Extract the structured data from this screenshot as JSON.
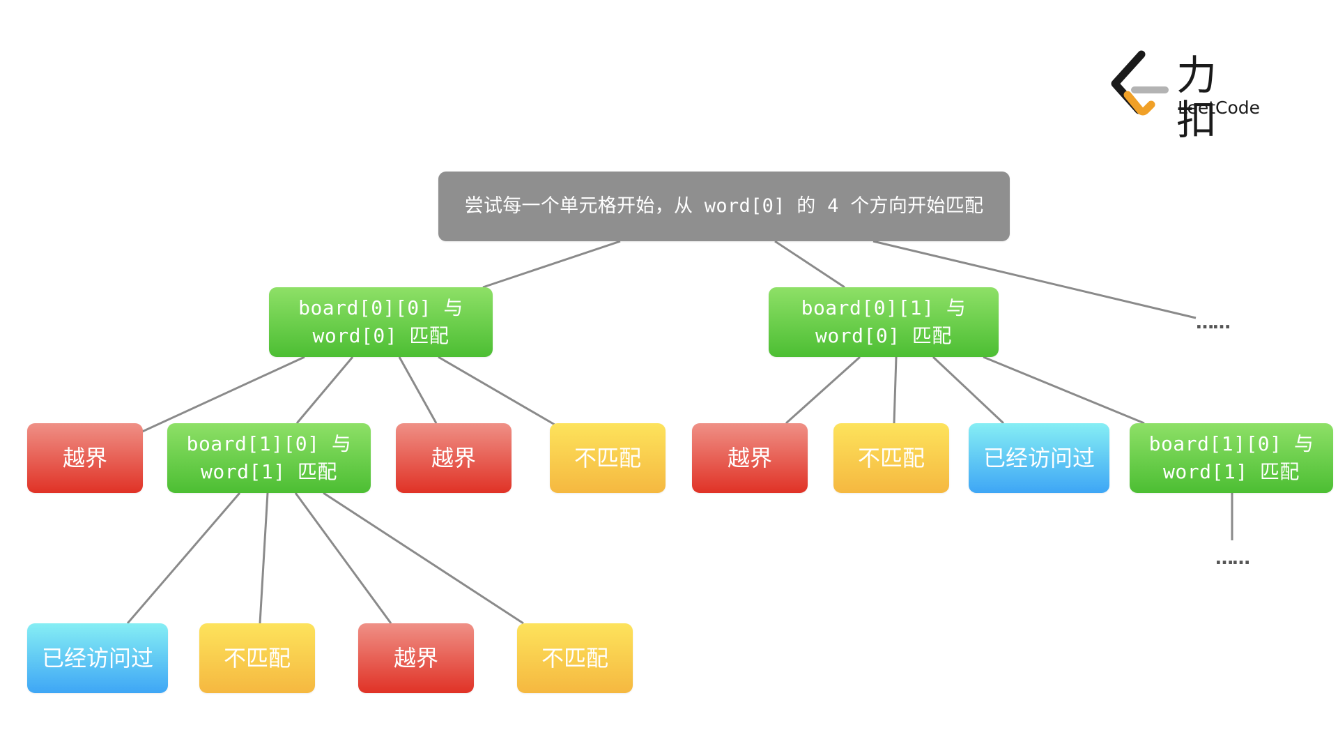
{
  "colors": {
    "root": "#8f8f8f",
    "match_top": "#8ee067",
    "match_bottom": "#4cbe33",
    "out_top": "#ef9086",
    "out_bottom": "#e03226",
    "nomatch_top": "#fde35c",
    "nomatch_bottom": "#f5b840",
    "visited_top": "#86eef4",
    "visited_bottom": "#3ea6f5",
    "edge": "#8a8a8a"
  },
  "logo": {
    "cn": "力扣",
    "en": "LeetCode",
    "icon": "leetcode-logo-icon"
  },
  "nodes": {
    "root": "尝试每一个单元格开始，从 word[0] 的 4 个方向开始匹配",
    "l1_left": "board[0][0] 与\nword[0] 匹配",
    "l1_right": "board[0][1] 与\nword[0] 匹配",
    "l1_more": "……",
    "l2_a": "越界",
    "l2_b": "board[1][0] 与\nword[1] 匹配",
    "l2_c": "越界",
    "l2_d": "不匹配",
    "l2_e": "越界",
    "l2_f": "不匹配",
    "l2_g": "已经访问过",
    "l2_h": "board[1][0] 与\nword[1] 匹配",
    "l2_h_more": "……",
    "l3_a": "已经访问过",
    "l3_b": "不匹配",
    "l3_c": "越界",
    "l3_d": "不匹配"
  }
}
